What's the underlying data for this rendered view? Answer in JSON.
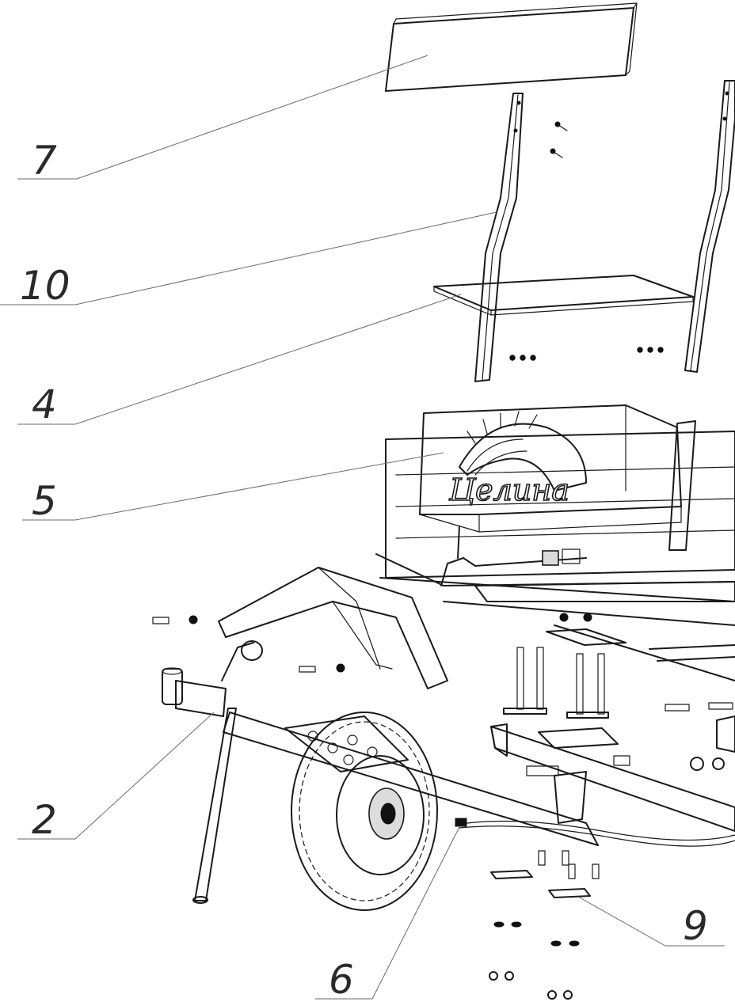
{
  "logo": {
    "text": "Целина"
  },
  "callouts": [
    {
      "id": "7",
      "label": "7",
      "part": "panel"
    },
    {
      "id": "10",
      "label": "10",
      "part": "post"
    },
    {
      "id": "4",
      "label": "4",
      "part": "shelf"
    },
    {
      "id": "5",
      "label": "5",
      "part": "box"
    },
    {
      "id": "2",
      "label": "2",
      "part": "hitch"
    },
    {
      "id": "6",
      "label": "6",
      "part": "wire"
    },
    {
      "id": "9",
      "label": "9",
      "part": "plate"
    }
  ],
  "colors": {
    "line": "#1a1a1a",
    "leader": "#6a6a6a",
    "callout": "#2a2a2a",
    "background": "#ffffff"
  }
}
